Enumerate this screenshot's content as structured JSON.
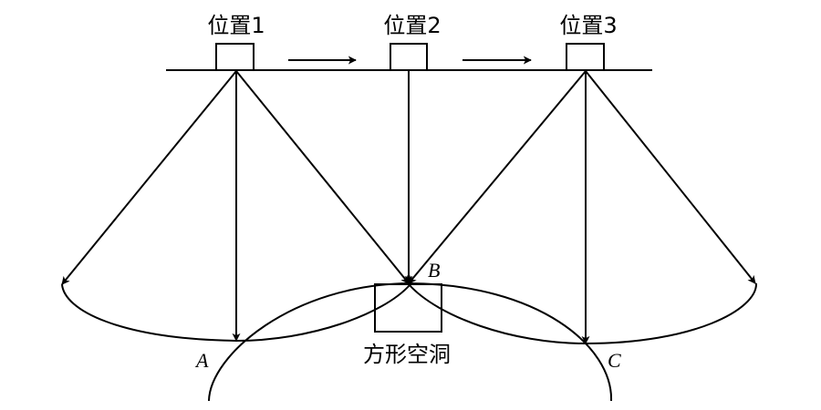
{
  "positions": [
    {
      "label": "位置1"
    },
    {
      "label": "位置2"
    },
    {
      "label": "位置3"
    }
  ],
  "points": {
    "a": "A",
    "b": "B",
    "c": "C"
  },
  "cavity_label": "方形空洞",
  "colors": {
    "stroke": "#000000",
    "background": "#ffffff"
  }
}
